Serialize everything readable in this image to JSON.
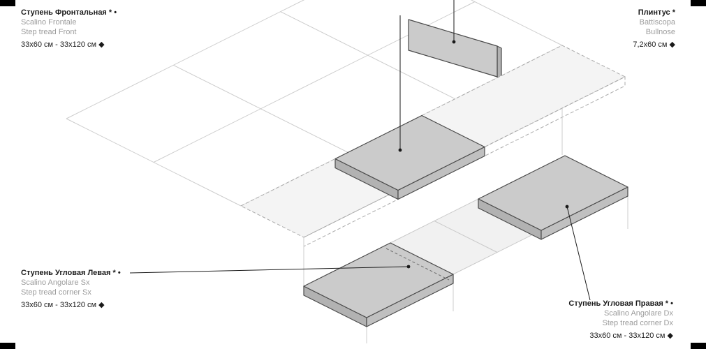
{
  "labels": {
    "step_front": {
      "title": "Ступень Фронтальная * •",
      "line2": "Scalino Frontale",
      "line3": "Step tread Front",
      "size": "33x60 см - 33x120 см ◆"
    },
    "bullnose": {
      "title": "Плинтус *",
      "line2": "Battiscopa",
      "line3": "Bullnose",
      "size": "7,2x60 см ◆"
    },
    "corner_left": {
      "title": "Ступень Угловая Левая * •",
      "line2": "Scalino Angolare Sx",
      "line3": "Step tread corner Sx",
      "size": "33x60 см - 33x120 см ◆"
    },
    "corner_right": {
      "title": "Ступень Угловая Правая * •",
      "line2": "Scalino Angolare Dx",
      "line3": "Step tread corner Dx",
      "size": "33x60 см - 33x120 см ◆"
    }
  },
  "colors": {
    "text_primary": "#1a1a1a",
    "text_secondary": "#9c9c9c",
    "piece_fill": "#cbcbcb",
    "piece_front": "#c0c0c0",
    "piece_side": "#b2b2b2",
    "piece_stroke": "#4a4a4a",
    "grid_line": "#cccccc",
    "tile_light_fill": "#f1f1f1",
    "dashed_line": "#a9a9a9",
    "dashed_fill": "#f4f4f4",
    "leader_line": "#1a1a1a",
    "crop_mark": "#000000"
  }
}
